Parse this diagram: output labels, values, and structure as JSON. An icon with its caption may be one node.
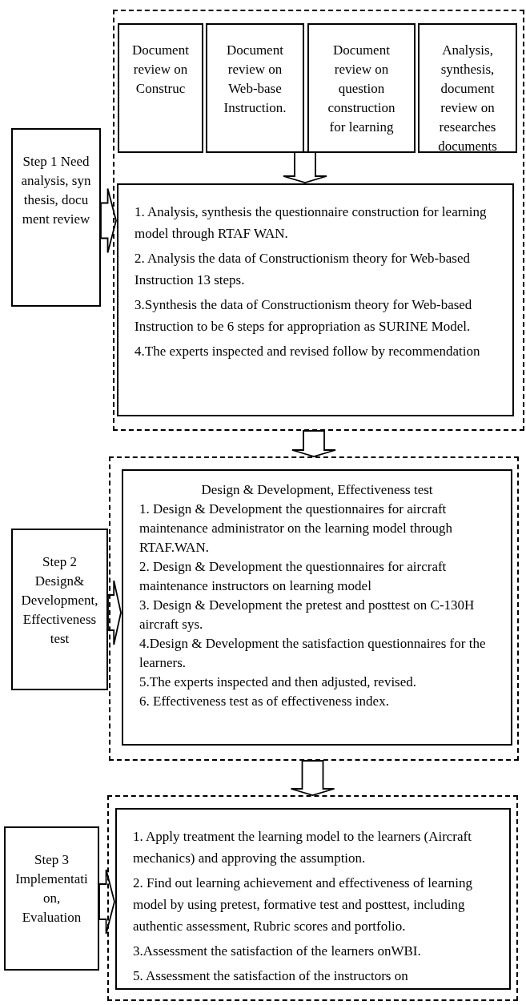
{
  "diagram": {
    "nodes": [
      {
        "text": [],
        "shape": "box"
      },
      {
        "text": [
          "Document review on Construc"
        ],
        "in": 0
      },
      {
        "text": [
          "Document review on Web-base Instruction."
        ],
        "in": 0
      },
      {
        "text": [
          "Document review on question construction for learning"
        ],
        "in": 0
      },
      {
        "text": [
          "Analysis, synthesis, document review on researches documents"
        ],
        "in": 0
      },
      {
        "text": [
          "1. Analysis, synthesis the questionnaire construction for learning model through RTAF WAN.",
          "2. Analysis the data of Constructionism theory for Web-based Instruction 13 steps.",
          "3.Synthesis the data of Constructionism theory for Web-based Instruction to be 6 steps for appropriation as SURINE Model.",
          "4.The experts inspected and revised follow by recommendation"
        ],
        "in": 0
      },
      {
        "text": [
          "Step 1 Need analysis, syn thesis, docu ment review"
        ]
      },
      {
        "text": [],
        "shape": "box"
      },
      {
        "text": [
          "Design & Development, Effectiveness test",
          "1. Design & Development the questionnaires for aircraft maintenance administrator on the learning model through RTAF.WAN.",
          "2. Design & Development the questionnaires for aircraft maintenance instructors on learning model",
          "3. Design & Development the pretest and posttest on C-130H aircraft sys.",
          "4.Design & Development the satisfaction questionnaires for the learners.",
          "5.The experts inspected and then adjusted, revised.",
          "6. Effectiveness test as of effectiveness index."
        ],
        "in": 7
      },
      {
        "text": [
          "Step 2 Design& Development, Effectiveness test"
        ]
      },
      {
        "text": [],
        "shape": "box"
      },
      {
        "text": [
          "1. Apply treatment the learning model to the learners (Aircraft mechanics) and approving the assumption.",
          "2. Find out learning achievement and effectiveness of learning model by using pretest, formative test and posttest, including authentic assessment, Rubric scores and portfolio.",
          "3.Assessment the satisfaction of the learners onWBI.",
          "5. Assessment the satisfaction of the instructors on"
        ],
        "in": 10
      },
      {
        "text": [
          "Step 3 Implementation, Evaluation"
        ]
      }
    ],
    "edges": [
      {
        "from": 2,
        "to": 5,
        "arrow": "to"
      },
      {
        "from": 3,
        "to": 5,
        "arrow": "to"
      },
      {
        "from": 6,
        "to": 5,
        "arrow": "to"
      },
      {
        "from": 0,
        "to": 7,
        "arrow": "to"
      },
      {
        "from": 9,
        "to": 8,
        "arrow": "to"
      },
      {
        "from": 7,
        "to": 10,
        "arrow": "to"
      },
      {
        "from": 12,
        "to": 11,
        "arrow": "to"
      }
    ]
  }
}
